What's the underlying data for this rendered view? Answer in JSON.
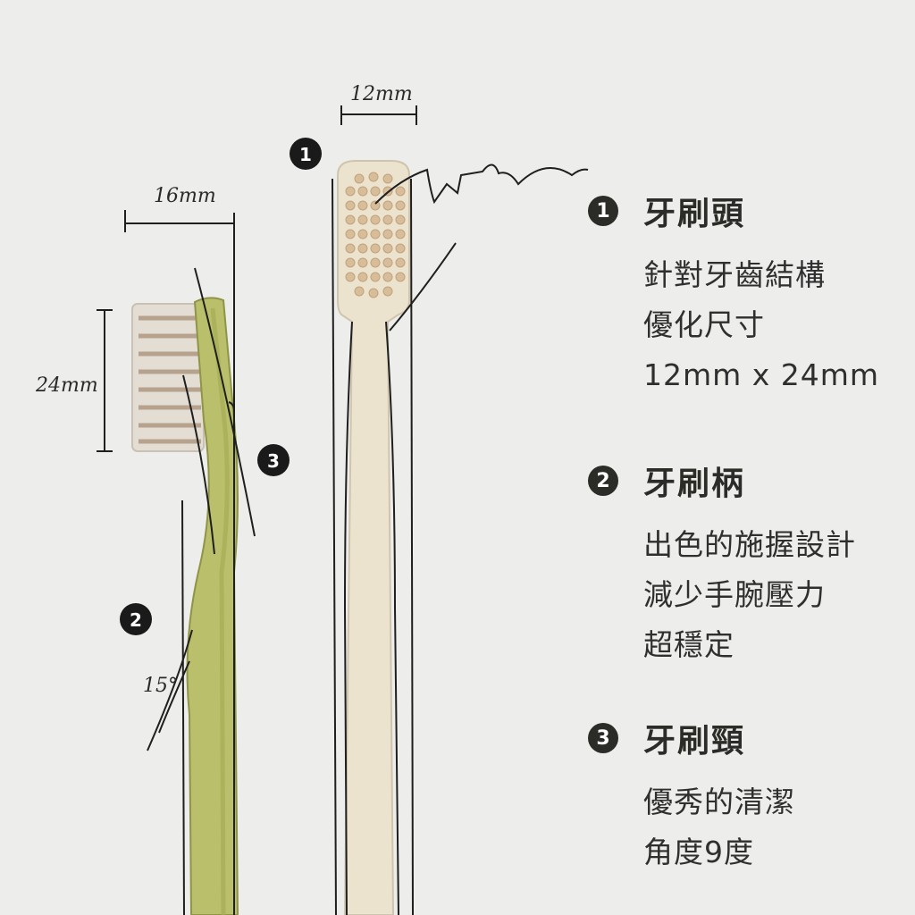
{
  "callouts": [
    {
      "number": "1",
      "title": "牙刷頭",
      "lines": [
        "針對牙齒結構",
        "優化尺寸",
        "12mm x 24mm"
      ]
    },
    {
      "number": "2",
      "title": "牙刷柄",
      "lines": [
        "出色的施握設計",
        "減少手腕壓力",
        "超穩定"
      ]
    },
    {
      "number": "3",
      "title": "牙刷頸",
      "lines": [
        "優秀的清潔",
        "角度9度"
      ]
    }
  ],
  "sketch": {
    "width_label": "12mm",
    "side_width_label": "16mm",
    "height_label": "24mm",
    "angle_label": "15°",
    "marker_head": "1",
    "marker_handle": "2",
    "marker_neck": "3"
  },
  "colors": {
    "background": "#ededeb",
    "green_handle": "#b9bf6a",
    "cream_handle": "#ece3cf",
    "bristle_tip": "#d8bd9b"
  }
}
